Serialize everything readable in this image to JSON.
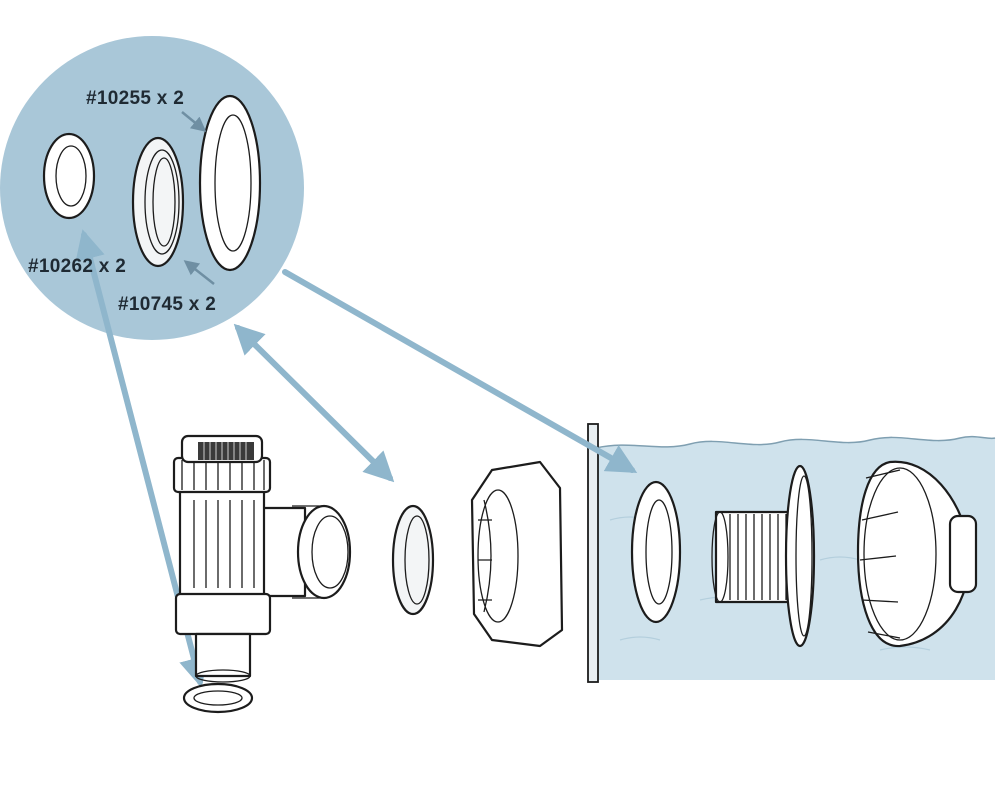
{
  "parts": {
    "label_10255": "#10255 x 2",
    "label_10262": "#10262 x 2",
    "label_10745": "#10745 x 2"
  },
  "colors": {
    "callout_fill": "#a9c7d8",
    "water_fill": "#cfe2ec",
    "leader_arrow": "#8fb6cc",
    "outline": "#1c1c1c"
  }
}
